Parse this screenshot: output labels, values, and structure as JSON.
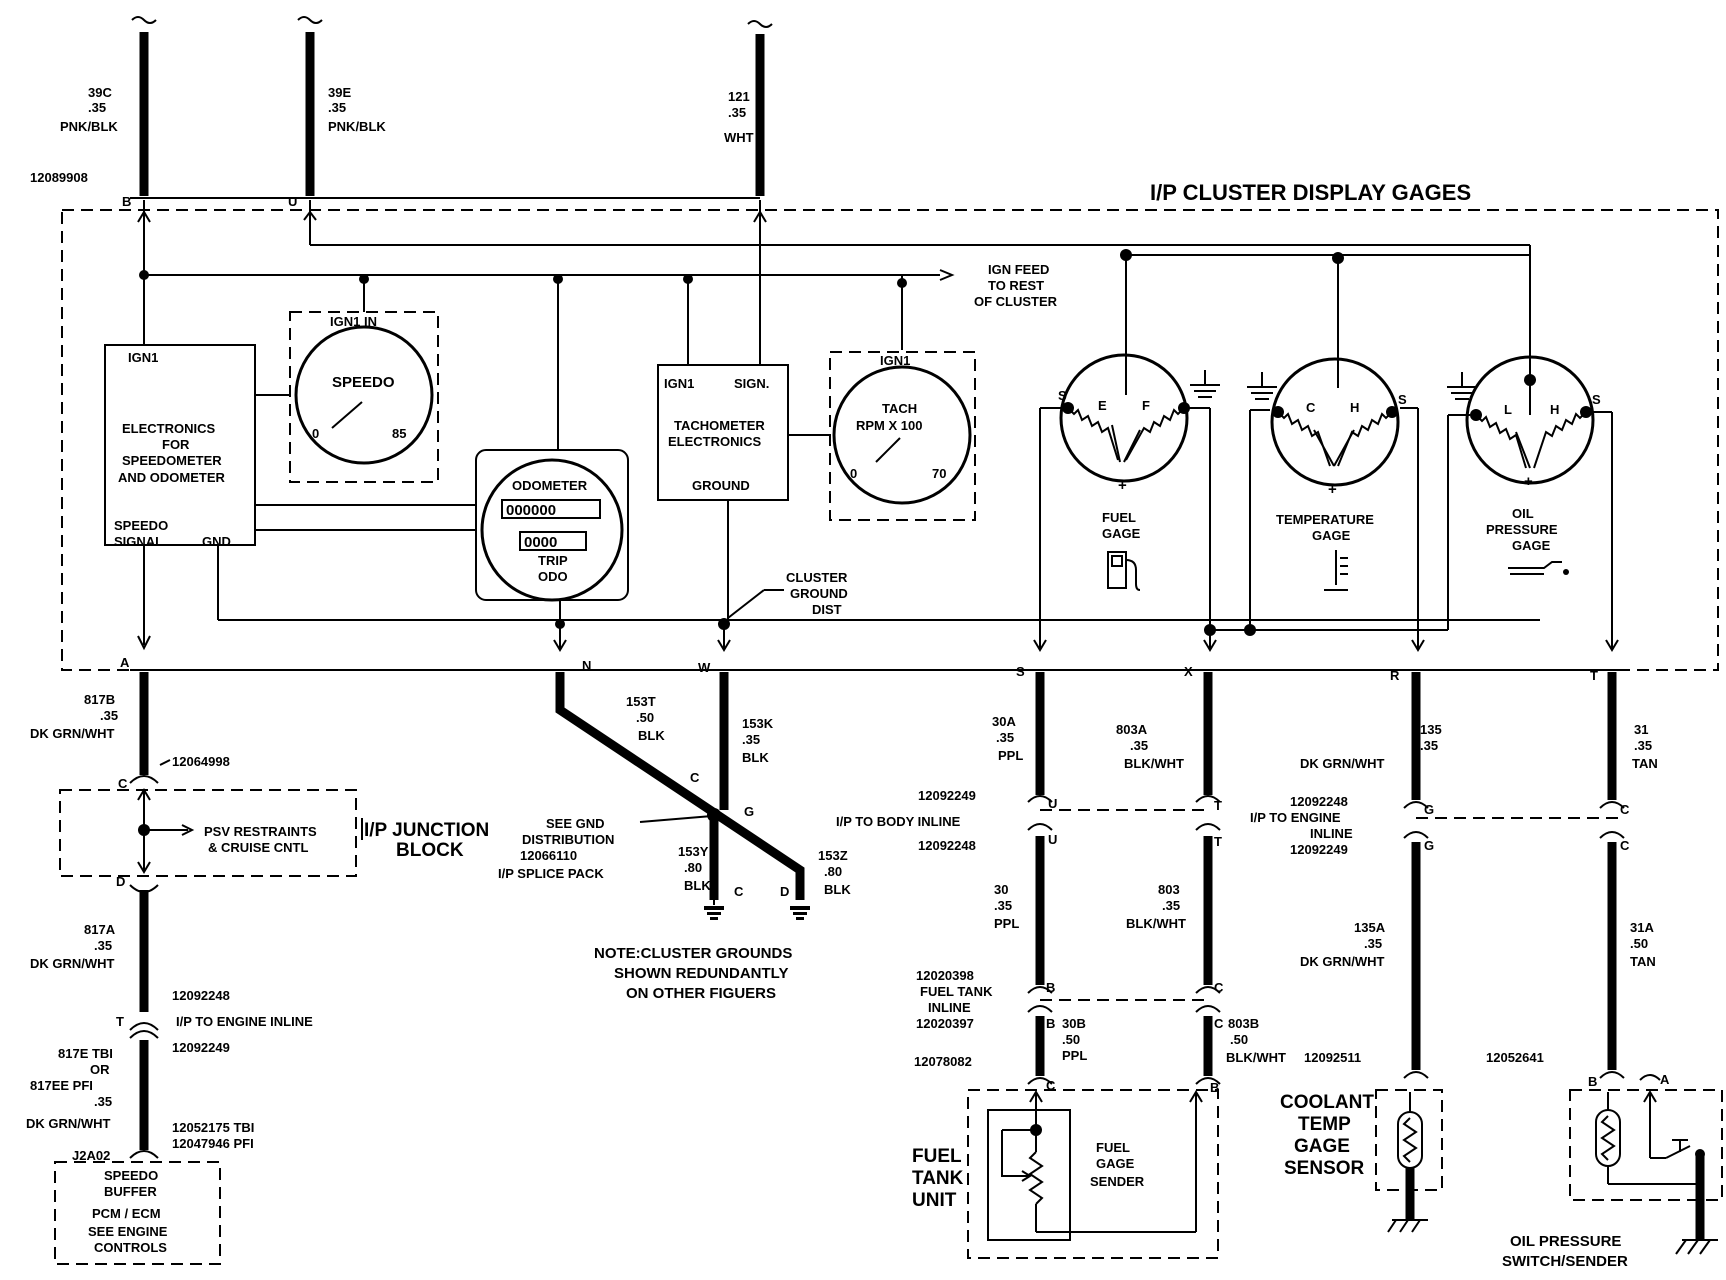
{
  "title": "I/P CLUSTER DISPLAY GAGES",
  "wires_top": [
    {
      "circuit": "39C",
      "gauge": ".35",
      "color": "PNK/BLK"
    },
    {
      "circuit": "39E",
      "gauge": ".35",
      "color": "PNK/BLK"
    },
    {
      "circuit": "121",
      "gauge": ".35",
      "color": "WHT"
    }
  ],
  "top_connector": "12089908",
  "pins": {
    "B": "B",
    "U": "U",
    "A": "A",
    "N": "N",
    "W": "W",
    "S": "S",
    "X": "X",
    "R": "R",
    "T": "T",
    "C": "C",
    "D": "D",
    "G": "G"
  },
  "ign_feed": [
    "IGN FEED",
    "TO REST",
    "OF CLUSTER"
  ],
  "speedo_block": {
    "ign": "IGN1",
    "lines": [
      "ELECTRONICS",
      "FOR",
      "SPEEDOMETER",
      "AND ODOMETER"
    ],
    "signal": [
      "SPEEDO",
      "SIGNAL"
    ],
    "gnd": "GND"
  },
  "speedo_gage": {
    "header": "IGN1 IN",
    "label": "SPEEDO",
    "min": "0",
    "max": "85"
  },
  "odometer": {
    "label": "ODOMETER",
    "digits": "000000",
    "trip_digits": "0000",
    "trip": [
      "TRIP",
      "ODO"
    ]
  },
  "tach_block": {
    "ign": "IGN1",
    "sig": "SIGN.",
    "lines": [
      "TACHOMETER",
      "ELECTRONICS"
    ],
    "ground": "GROUND"
  },
  "tach_gage": {
    "header": "IGN1",
    "line1": "TACH",
    "line2": "RPM X 100",
    "min": "0",
    "max": "70"
  },
  "fuel_gage": {
    "pin": "S",
    "e": "E",
    "f": "F",
    "label": [
      "FUEL",
      "GAGE"
    ]
  },
  "temp_gage": {
    "pin": "S",
    "c": "C",
    "h": "H",
    "label": [
      "TEMPERATURE",
      "GAGE"
    ]
  },
  "oil_gage": {
    "pin": "S",
    "l": "L",
    "h": "H",
    "label": [
      "OIL",
      "PRESSURE",
      "GAGE"
    ]
  },
  "cluster_ground": [
    "CLUSTER",
    "GROUND",
    "DIST"
  ],
  "left_branch": {
    "w817b": [
      "817B",
      ".35",
      "DK GRN/WHT"
    ],
    "conn1": "12064998",
    "junction_block": [
      "I/P JUNCTION",
      "BLOCK"
    ],
    "psv": [
      "PSV RESTRAINTS",
      "& CRUISE CNTL"
    ],
    "w817a": [
      "817A",
      ".35",
      "DK GRN/WHT"
    ],
    "conn2": "12092248",
    "inline": "I/P TO ENGINE INLINE",
    "conn3": "12092249",
    "w817e": [
      "817E TBI",
      "OR",
      "817EE PFI",
      ".35",
      "DK GRN/WHT"
    ],
    "conn4": [
      "12052175 TBI",
      "12047946 PFI"
    ],
    "pin_j": "J2A02",
    "buffer": [
      "SPEEDO",
      "BUFFER",
      "PCM / ECM",
      "SEE ENGINE",
      "CONTROLS"
    ]
  },
  "ground_branch": {
    "w153t": [
      "153T",
      ".50",
      "BLK"
    ],
    "w153k": [
      "153K",
      ".35",
      "BLK"
    ],
    "splice": [
      "SEE GND",
      "DISTRIBUTION",
      "12066110",
      "I/P SPLICE PACK"
    ],
    "w153y": [
      "153Y",
      ".80",
      "BLK"
    ],
    "w153z": [
      "153Z",
      ".80",
      "BLK"
    ],
    "note": [
      "NOTE:CLUSTER GROUNDS",
      "SHOWN REDUNDANTLY",
      "ON OTHER FIGUERS"
    ]
  },
  "fuel_branch": {
    "w30a": [
      "30A",
      ".35",
      "PPL"
    ],
    "w803a": [
      "803A",
      ".35",
      "BLK/WHT"
    ],
    "c1": "12092249",
    "inline": "I/P TO BODY INLINE",
    "c2": "12092248",
    "w30": [
      "30",
      ".35",
      "PPL"
    ],
    "w803": [
      "803",
      ".35",
      "BLK/WHT"
    ],
    "c3": [
      "12020398",
      "FUEL TANK",
      "INLINE",
      "12020397"
    ],
    "w30b": [
      "30B",
      ".50",
      "PPL"
    ],
    "w803b": [
      "803B",
      ".50",
      "BLK/WHT"
    ],
    "c4": "12078082",
    "unit": [
      "FUEL",
      "TANK",
      "UNIT"
    ],
    "sender": [
      "FUEL",
      "GAGE",
      "SENDER"
    ]
  },
  "temp_branch": {
    "w135": [
      "135",
      ".35",
      "DK GRN/WHT"
    ],
    "c1": [
      "12092248",
      "I/P TO ENGINE",
      "INLINE",
      "12092249"
    ],
    "w135a": [
      "135A",
      ".35",
      "DK GRN/WHT"
    ],
    "c2": "12092511",
    "sensor": [
      "COOLANT",
      "TEMP",
      "GAGE",
      "SENSOR"
    ]
  },
  "oil_branch": {
    "w31": [
      "31",
      ".35",
      "TAN"
    ],
    "w31a": [
      "31A",
      ".50",
      "TAN"
    ],
    "c2": "12052641",
    "sender": [
      "OIL PRESSURE",
      "SWITCH/SENDER"
    ]
  }
}
